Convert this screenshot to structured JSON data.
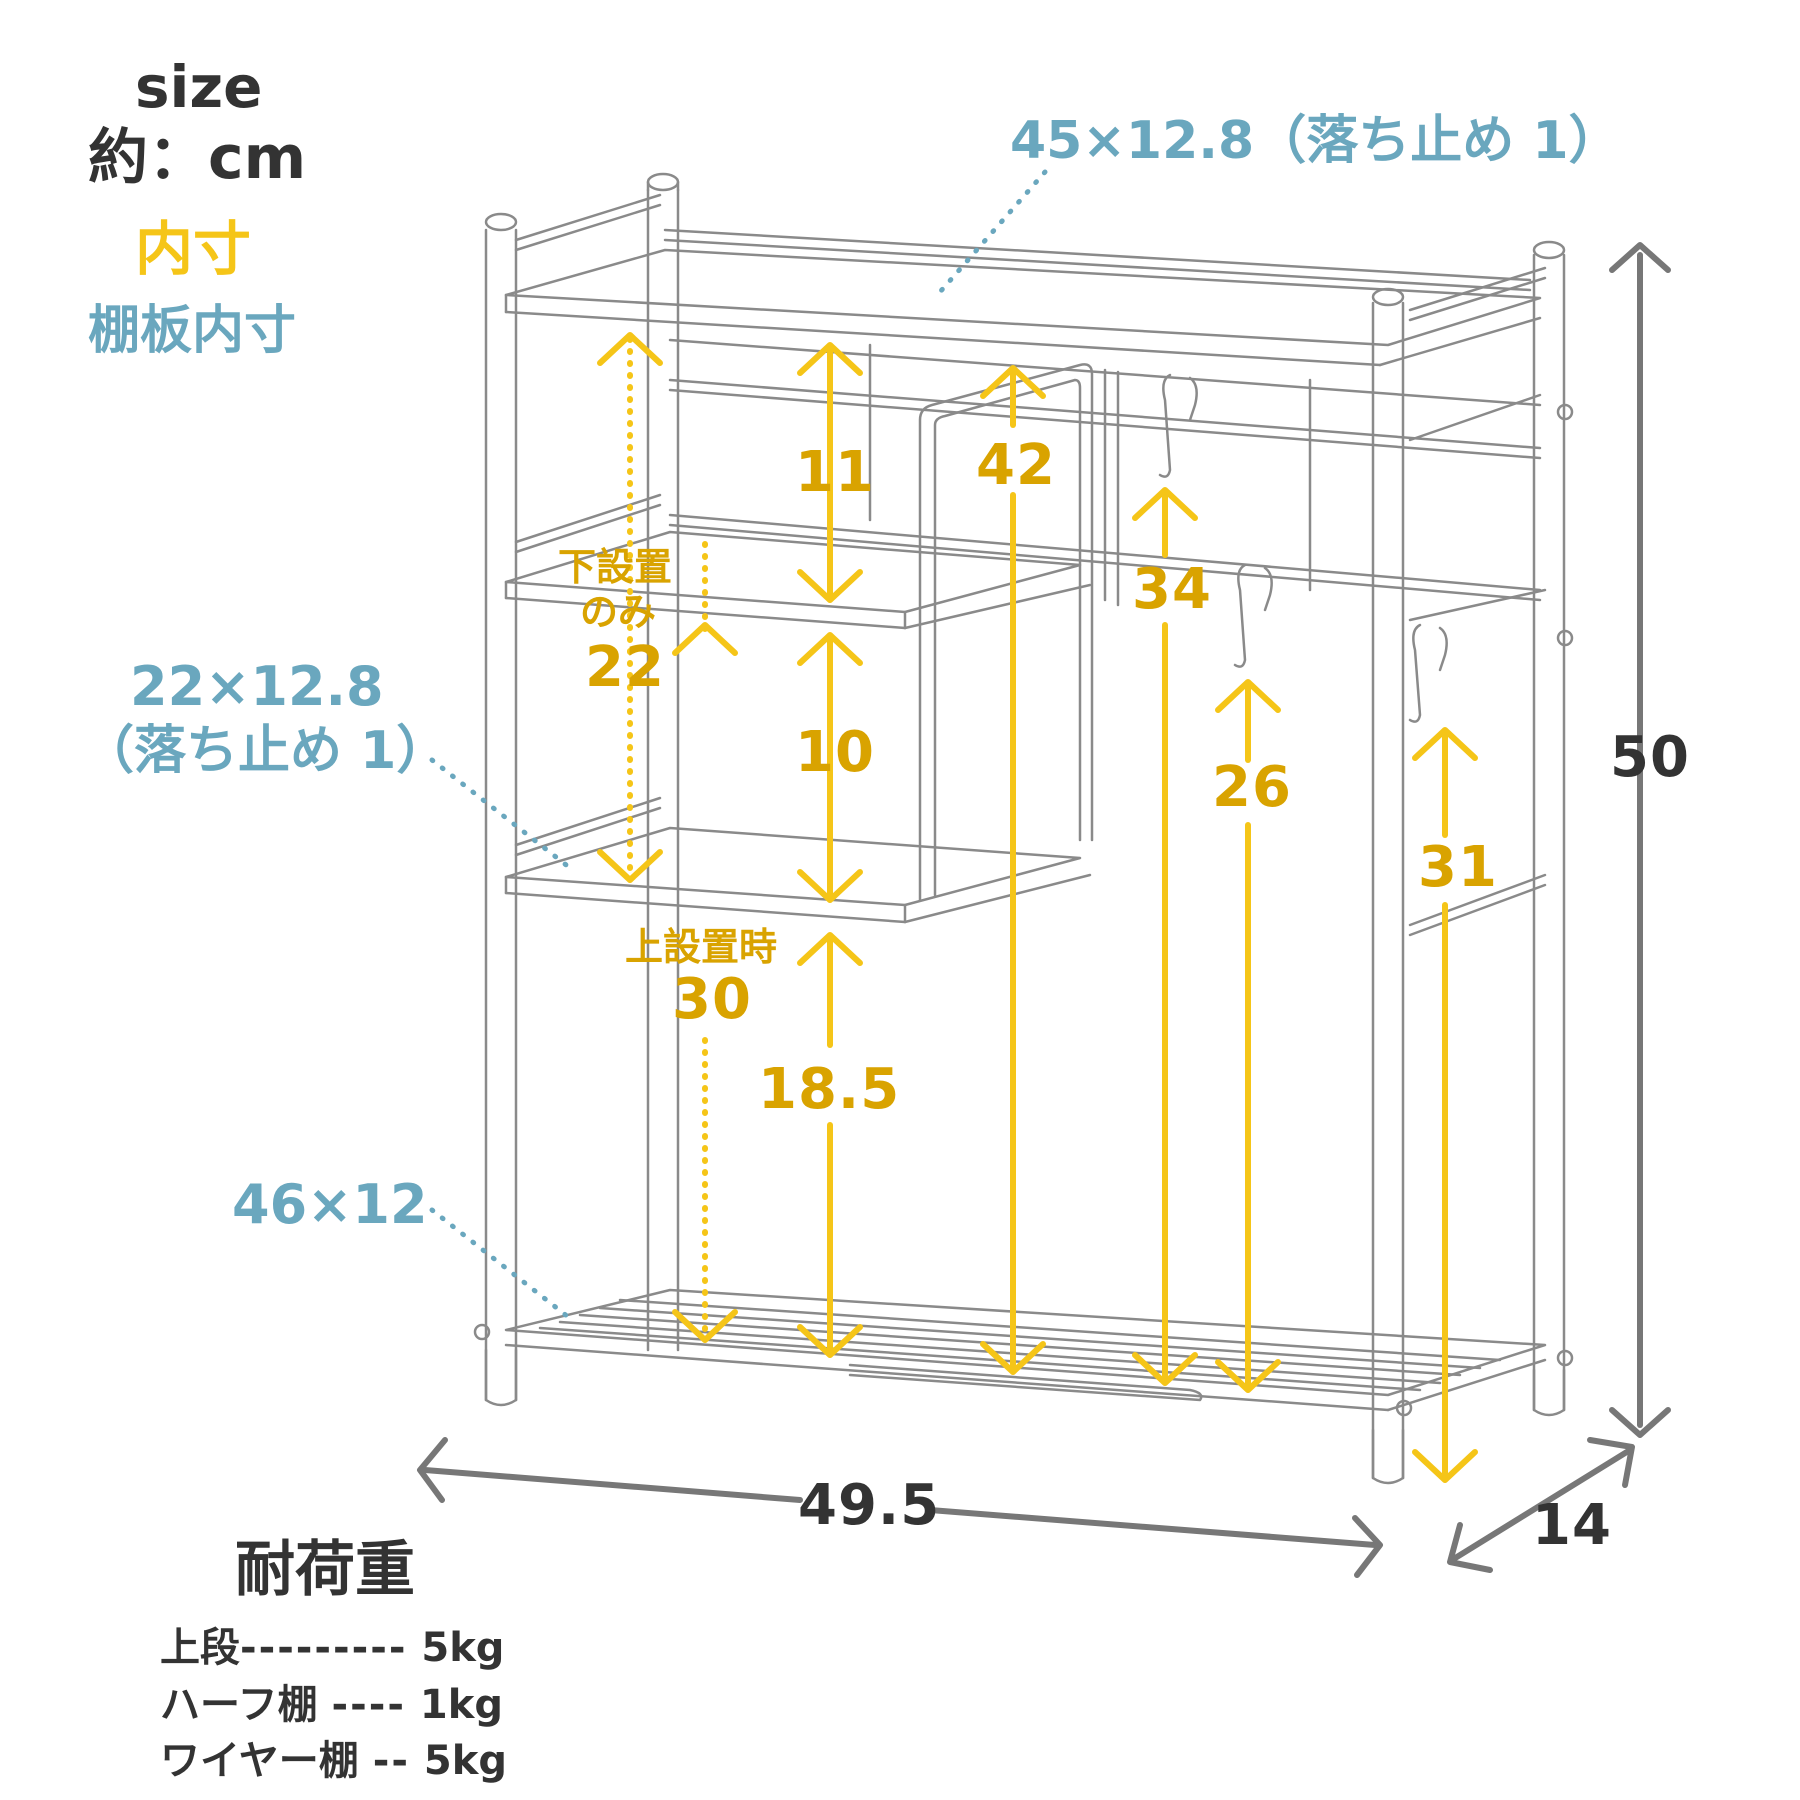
{
  "header": {
    "size_label": "size",
    "unit_label": "約：cm",
    "inner_size_label": "内寸",
    "shelf_inner_size_label": "棚板内寸"
  },
  "shelf_labels": {
    "top_shelf": "45×12.8（落ち止め 1）",
    "half_shelf_size": "22×12.8",
    "half_shelf_note": "（落ち止め 1）",
    "wire_shelf": "46×12"
  },
  "inner_dimensions": {
    "d11": "11",
    "d10": "10",
    "d42": "42",
    "d34": "34",
    "d26": "26",
    "d31": "31",
    "d18_5": "18.5",
    "lower_only_line1": "下設置",
    "lower_only_line2": "のみ",
    "lower_only_value": "22",
    "upper_install_label": "上設置時",
    "upper_install_value": "30"
  },
  "outer_dimensions": {
    "width": "49.5",
    "height": "50",
    "depth": "14"
  },
  "load_capacity": {
    "title": "耐荷重",
    "rows": [
      {
        "name": "上段",
        "dashes": "---------",
        "value": "5kg"
      },
      {
        "name": "ハーフ棚",
        "dashes": "----",
        "value": "1kg"
      },
      {
        "name": "ワイヤー棚",
        "dashes": "--",
        "value": "5kg"
      }
    ]
  },
  "colors": {
    "dimension_yellow": "#f5c518",
    "dimension_text": "#d9a300",
    "shelf_blue": "#6aa7be",
    "outer_gray": "#777777",
    "frame_line": "#8a8a8a",
    "text_dark": "#333333"
  }
}
